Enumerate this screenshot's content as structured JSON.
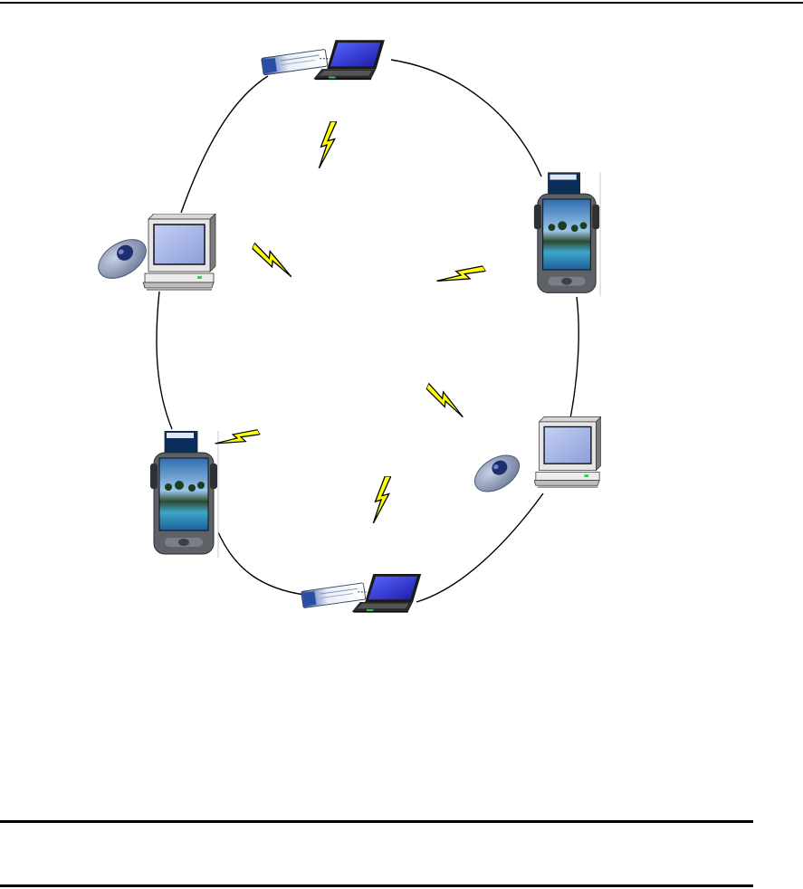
{
  "diagram": {
    "kind": "wireless ad-hoc network ring",
    "nodes": [
      {
        "id": "laptop-top",
        "device": "laptop",
        "accessory": "pc-card"
      },
      {
        "id": "pda-right",
        "device": "pda",
        "accessory": "pc-card"
      },
      {
        "id": "desktop-right",
        "device": "desktop",
        "accessory": "usb-adapter"
      },
      {
        "id": "laptop-bottom",
        "device": "laptop",
        "accessory": "pc-card"
      },
      {
        "id": "pda-left",
        "device": "pda",
        "accessory": "pc-card"
      },
      {
        "id": "desktop-left",
        "device": "desktop",
        "accessory": "usb-adapter"
      }
    ],
    "links": "wireless",
    "link_icon": "lightning-bolt-icon",
    "link_count": 6
  },
  "colors": {
    "bolt": "#ffff00",
    "laptop_screen": "#3a3ad8",
    "monitor_screen": "#a9b8e6",
    "adapter": "#8a97b3",
    "adapter_button": "#1e2e6e"
  }
}
